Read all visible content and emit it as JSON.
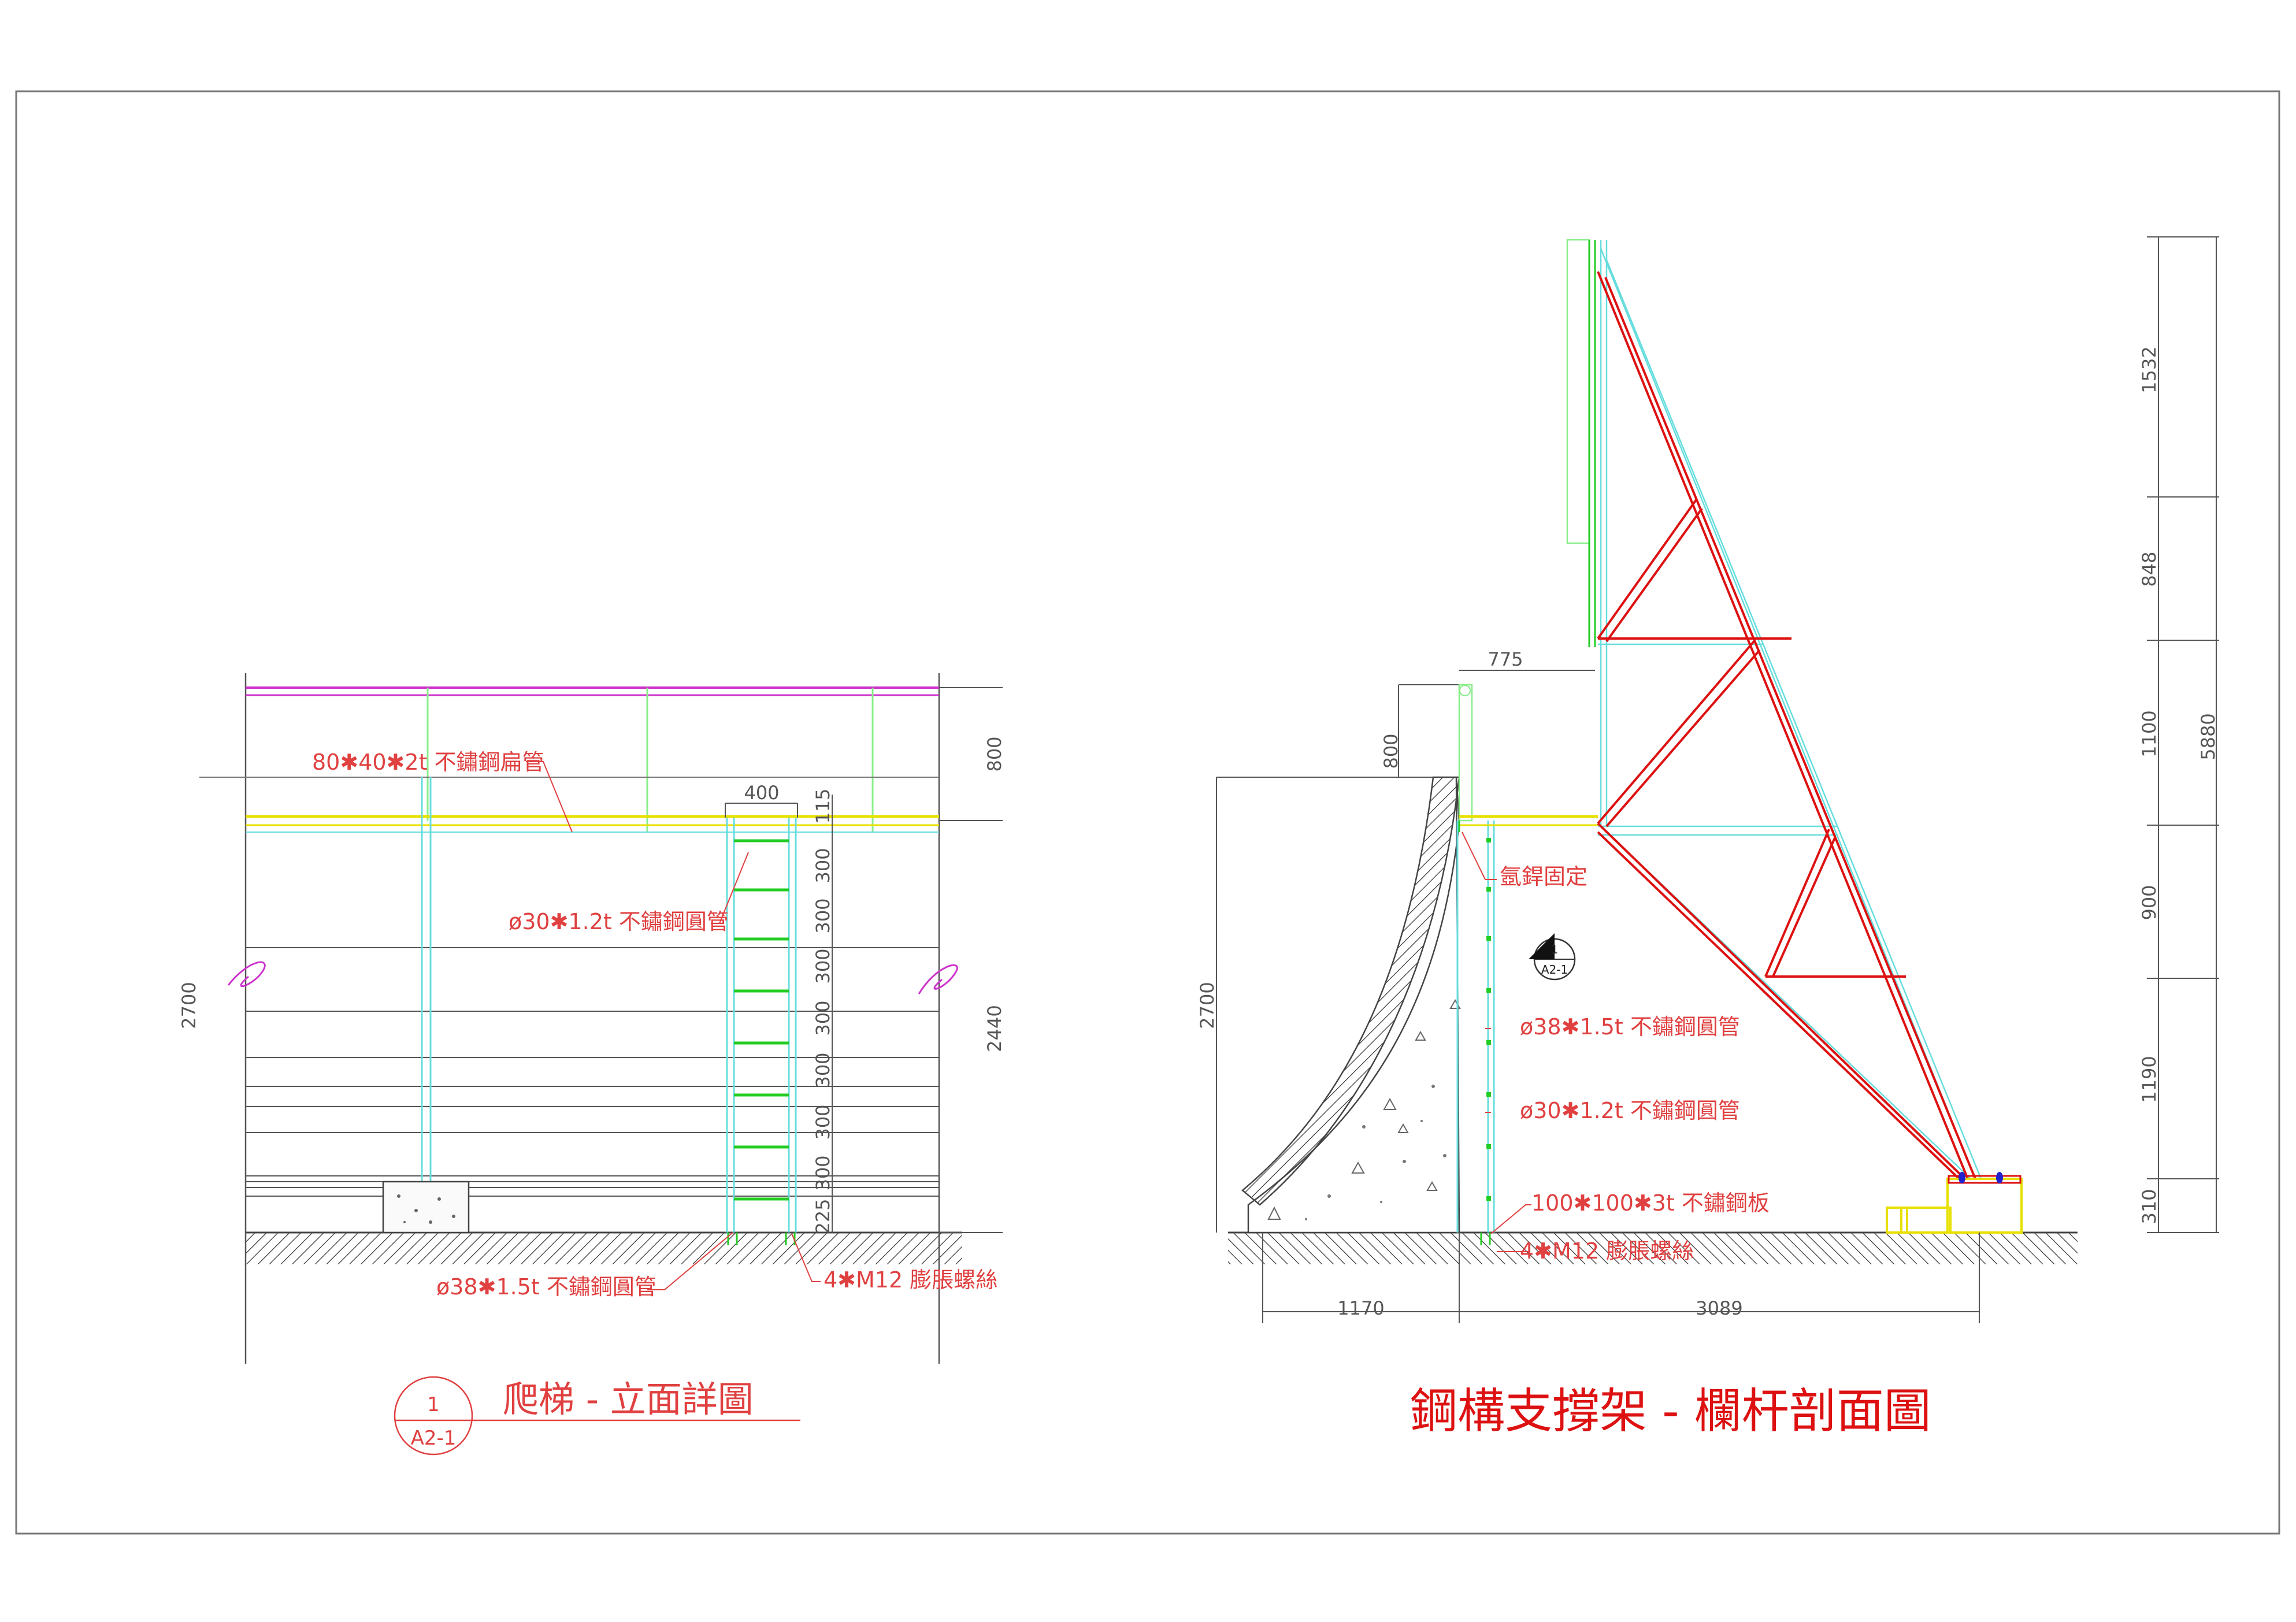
{
  "left_view": {
    "title": "爬梯 - 立面詳圖",
    "tag_number": "1",
    "tag_sheet": "A2-1",
    "dims": {
      "total_height": "2700",
      "lower_height": "2440",
      "rail_height": "800",
      "ladder_width": "400",
      "top_gap": "115",
      "rung_spacing": [
        "300",
        "300",
        "300",
        "300",
        "300",
        "300",
        "300"
      ],
      "bottom_gap": "225"
    },
    "notes": {
      "flat_pipe": "80✱40✱2t 不鏽鋼扁管",
      "rung_pipe": "ø30✱1.2t 不鏽鋼圓管",
      "rail_pipe": "ø38✱1.5t 不鏽鋼圓管",
      "anchor_bolt": "4✱M12 膨脹螺絲"
    }
  },
  "right_view": {
    "title": "鋼構支撐架 - 欄杆剖面圖",
    "tag_number": "1",
    "tag_sheet": "A2-1",
    "dims": {
      "top_offset": "775",
      "rail_height": "800",
      "wall_height": "2700",
      "base_left": "1170",
      "base_right": "3089",
      "overall": "5880",
      "segments": [
        "1532",
        "848",
        "1100",
        "900",
        "1190",
        "310"
      ]
    },
    "notes": {
      "weld": "氬銲固定",
      "rail_pipe": "ø38✱1.5t 不鏽鋼圓管",
      "rung_pipe": "ø30✱1.2t 不鏽鋼圓管",
      "plate": "100✱100✱3t 不鏽鋼板",
      "anchor_bolt": "4✱M12 膨脹螺絲"
    }
  },
  "colors": {
    "frame": "#555555",
    "steel": "#dd1111",
    "cyan_line": "#66dddd",
    "green_line": "#22cc22",
    "yellow_line": "#e8e000",
    "magenta_line": "#cc33cc",
    "annotation": "#e04040"
  }
}
